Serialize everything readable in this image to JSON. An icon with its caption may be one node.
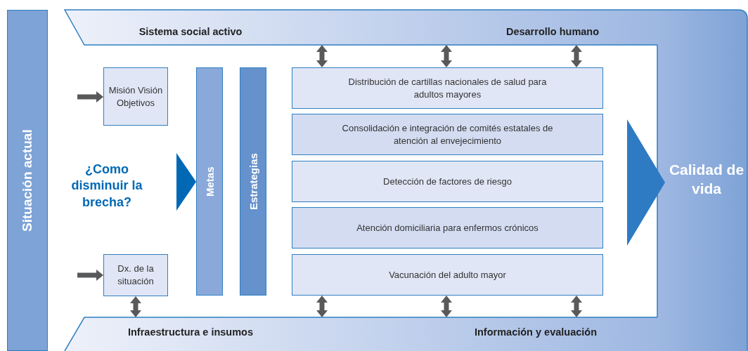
{
  "diagram": {
    "nodes": [
      {
        "text": [
          "Situación actual"
        ]
      },
      {
        "text": [
          "Sistema social activo",
          "Desarrollo humano"
        ]
      },
      {
        "text": [
          "Calidad de vida"
        ]
      },
      {
        "text": [
          "Infraestructura e insumos",
          "Información y evaluación"
        ]
      },
      {
        "text": [
          "Misión Visión Objetivos"
        ]
      },
      {
        "text": [
          "¿Como disminuir la brecha?"
        ]
      },
      {
        "text": [
          "Dx. de la situación"
        ]
      },
      {
        "text": [
          "Metas"
        ]
      },
      {
        "text": [
          "Estrategias"
        ]
      },
      {
        "text": [
          "Distribución de cartillas nacionales de salud para adultos mayores"
        ]
      },
      {
        "text": [
          "Consolidación e integración de comités estatales de atención al envejecimiento"
        ]
      },
      {
        "text": [
          "Detección de factores de riesgo"
        ]
      },
      {
        "text": [
          "Atención domiciliaria para enfermos crónicos"
        ]
      },
      {
        "text": [
          "Vacunación del adulto mayor"
        ]
      }
    ],
    "edges": [
      {
        "from": null,
        "to": 4,
        "arrow": "to"
      },
      {
        "from": null,
        "to": 6,
        "arrow": "to"
      },
      {
        "from": 5,
        "to": 7,
        "arrow": "to",
        "style": "thick",
        "color": "#0068b5"
      },
      {
        "from": 1,
        "to": 9,
        "arrow": "both"
      },
      {
        "from": 1,
        "to": 9,
        "arrow": "both"
      },
      {
        "from": 1,
        "to": 9,
        "arrow": "both"
      },
      {
        "from": 6,
        "to": 3,
        "arrow": "both"
      },
      {
        "from": 13,
        "to": 3,
        "arrow": "both"
      },
      {
        "from": 13,
        "to": 3,
        "arrow": "both"
      },
      {
        "from": 13,
        "to": 3,
        "arrow": "both"
      },
      {
        "from": 11,
        "to": 2,
        "arrow": "to",
        "style": "thick",
        "color": "#2e7bc4"
      }
    ]
  }
}
